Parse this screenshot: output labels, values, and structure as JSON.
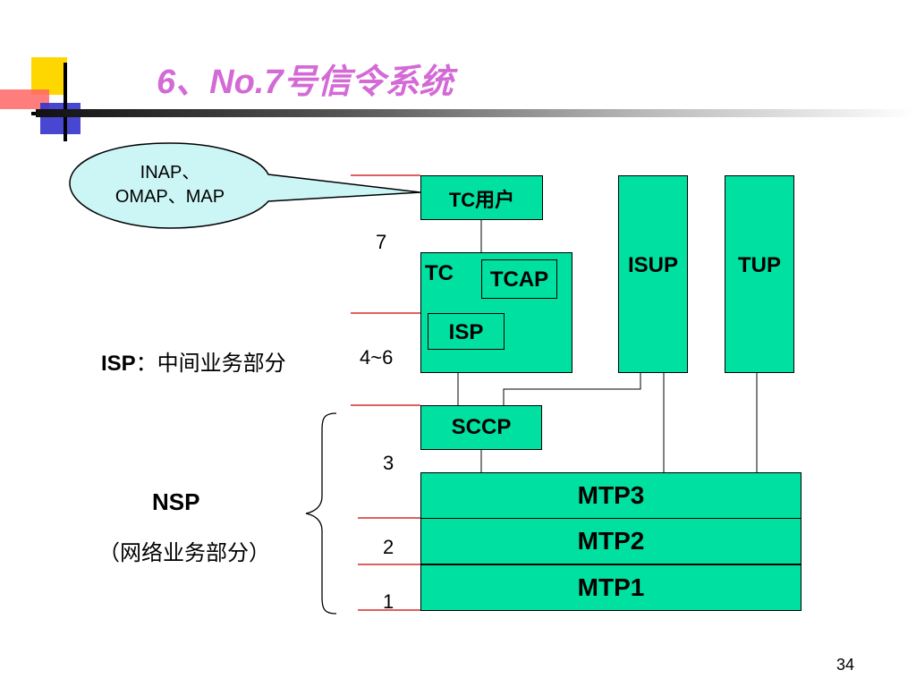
{
  "slide": {
    "title": "6、No.7号信令系统",
    "page_number": "34"
  },
  "callout": {
    "line1": "INAP、",
    "line2": "OMAP、MAP"
  },
  "blocks": {
    "tc_user": "TC用户",
    "tc": "TC",
    "tcap": "TCAP",
    "isp": "ISP",
    "isup": "ISUP",
    "tup": "TUP",
    "sccp": "SCCP",
    "mtp3": "MTP3",
    "mtp2": "MTP2",
    "mtp1": "MTP1"
  },
  "layers": {
    "l7": "7",
    "l4_6": "4~6",
    "l3": "3",
    "l2": "2",
    "l1": "1"
  },
  "annotations": {
    "isp_label": "ISP",
    "isp_desc": "：中间业务部分",
    "nsp_label": "NSP",
    "nsp_desc": "（网络业务部分）"
  },
  "colors": {
    "block_fill": "#00e0a0",
    "callout_fill": "#ccf5f5",
    "title": "#d36ad6",
    "divider": "#cc0000"
  }
}
